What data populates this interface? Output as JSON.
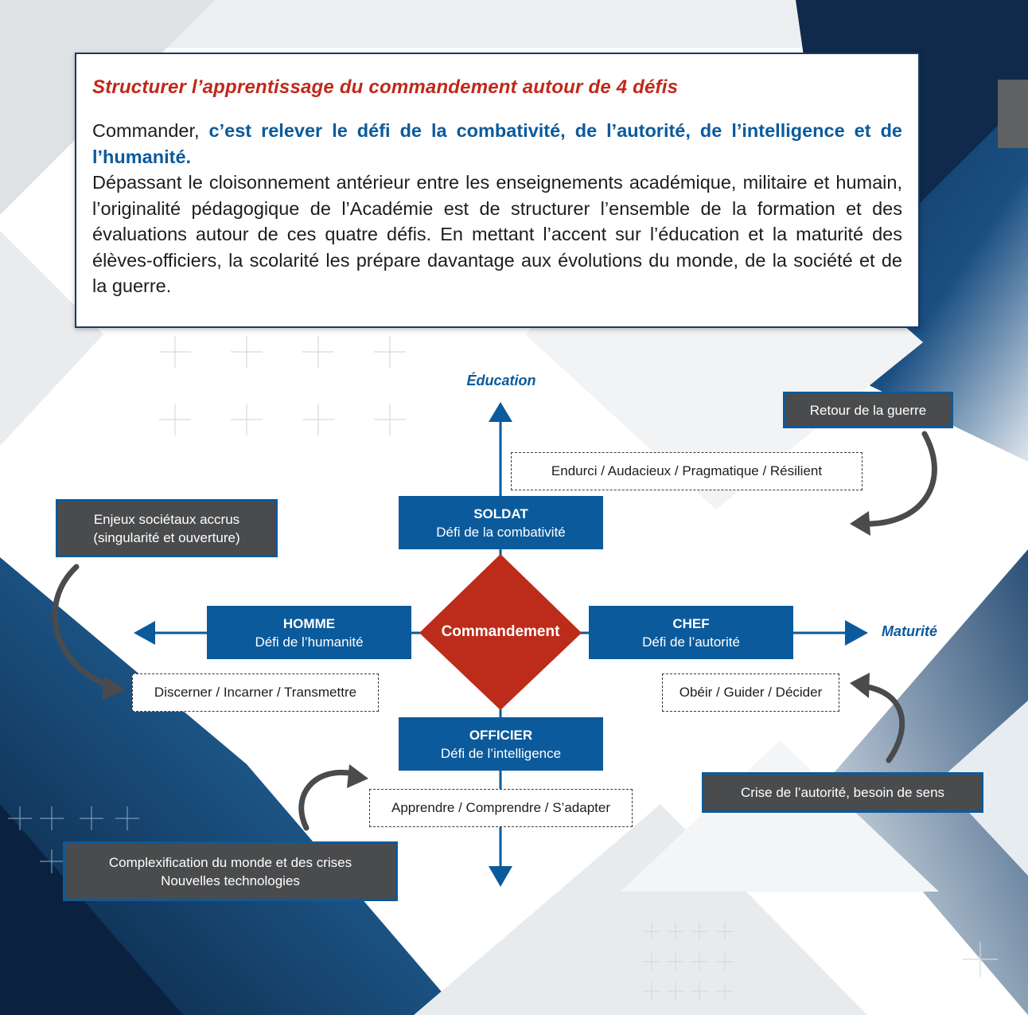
{
  "intro": {
    "title": "Structurer l’apprentissage du commandement autour de 4 défis",
    "lead": "Commander, ",
    "emphasis": "c’est relever le défi de la combativité, de l’autorité, de l’intelligence et de l’humanité.",
    "body": "Dépassant le cloisonnement antérieur entre les enseignements académique, militaire et humain, l’originalité pédagogique de l’Académie est de structurer l’ensemble de la formation et des évaluations autour de ces quatre défis. En mettant l’accent sur l’éducation et la maturité des élèves-officiers, la scolarité les prépare davantage aux évolutions du monde, de la société et de la guerre."
  },
  "diagram": {
    "center": "Commandement",
    "axes": {
      "vertical": "Éducation",
      "horizontal": "Maturité"
    },
    "challenges": {
      "soldat": {
        "title": "SOLDAT",
        "subtitle": "Défi de la combativité",
        "qualities": "Endurci / Audacieux / Pragmatique / Résilient"
      },
      "chef": {
        "title": "CHEF",
        "subtitle": "Défi de l’autorité",
        "qualities": "Obéir / Guider / Décider"
      },
      "officier": {
        "title": "OFFICIER",
        "subtitle": "Défi de l’intelligence",
        "qualities": "Apprendre / Comprendre / S’adapter"
      },
      "homme": {
        "title": "HOMME",
        "subtitle": "Défi de l’humanité",
        "qualities": "Discerner / Incarner / Transmettre"
      }
    },
    "context": {
      "retour_guerre": {
        "line1": "Retour de la guerre"
      },
      "enjeux": {
        "line1": "Enjeux sociétaux accrus",
        "line2": "(singularité et ouverture)"
      },
      "crise": {
        "line1": "Crise de l’autorité, besoin de sens"
      },
      "complexification": {
        "line1": "Complexification du monde et des crises",
        "line2": "Nouvelles technologies"
      }
    }
  },
  "colors": {
    "blue": "#0b5a9c",
    "red": "#bd2c1a",
    "grey": "#4a4b4d",
    "navy": "#0d2a4a",
    "title_red": "#c0291b"
  }
}
